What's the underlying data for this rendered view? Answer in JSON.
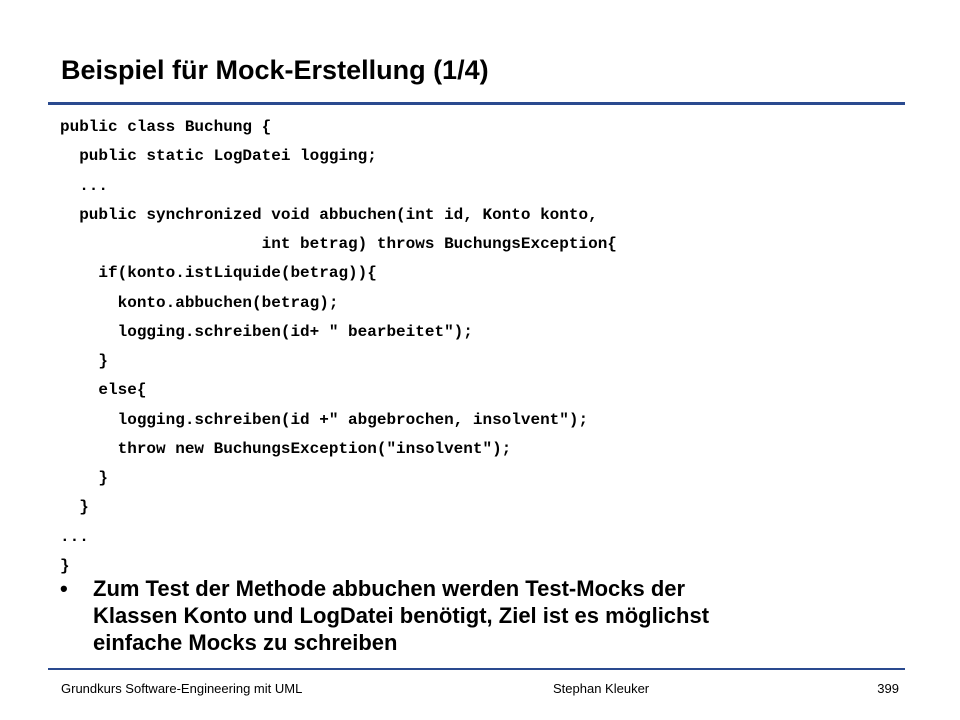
{
  "slide": {
    "title": "Beispiel für Mock-Erstellung (1/4)"
  },
  "code": {
    "lines": [
      "public class Buchung {",
      "  public static LogDatei logging;",
      "  ...",
      "  public synchronized void abbuchen(int id, Konto konto,",
      "                     int betrag) throws BuchungsException{",
      "    if(konto.istLiquide(betrag)){",
      "      konto.abbuchen(betrag);",
      "      logging.schreiben(id+ \" bearbeitet\");",
      "    }",
      "    else{",
      "      logging.schreiben(id +\" abgebrochen, insolvent\");",
      "      throw new BuchungsException(\"insolvent\");",
      "    }",
      "  }",
      "...",
      "}"
    ]
  },
  "bullet": {
    "marker": "•",
    "lines": [
      "Zum Test der Methode abbuchen werden Test-Mocks der",
      "Klassen Konto und LogDatei benötigt, Ziel ist es möglichst",
      "einfache Mocks zu schreiben"
    ]
  },
  "footer": {
    "course": "Grundkurs Software-Engineering mit UML",
    "author": "Stephan Kleuker",
    "page_number": "399"
  },
  "colors": {
    "rule": "#2a4a8f",
    "text": "#000000",
    "background": "#ffffff"
  }
}
